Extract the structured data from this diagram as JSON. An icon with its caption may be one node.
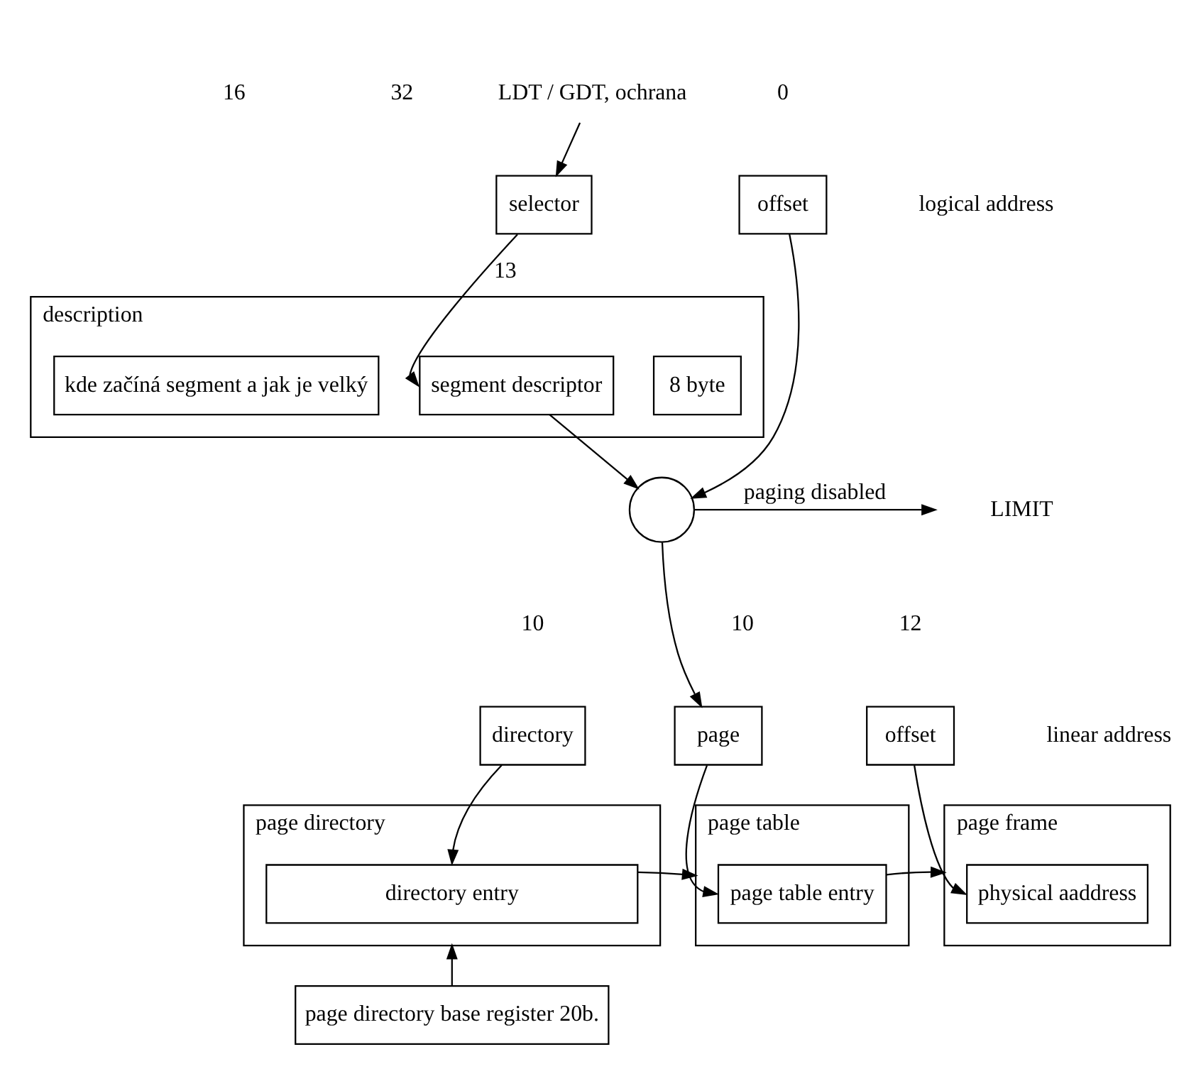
{
  "diagram": {
    "nodes": [
      {
        "text": [
          "selector"
        ]
      },
      {
        "text": [
          "offset"
        ]
      },
      {
        "text": [
          "description"
        ]
      },
      {
        "text": [
          "8 byte"
        ],
        "in": 2
      },
      {
        "text": [
          "segment descriptor"
        ],
        "in": 2
      },
      {
        "text": [
          "kde začíná segment a jak je velký"
        ],
        "in": 2
      },
      {
        "text": [],
        "shape": "circle"
      },
      {
        "text": [
          "LDT / GDT, ochrana"
        ]
      },
      {
        "text": [
          "directory"
        ]
      },
      {
        "text": [
          "page"
        ]
      },
      {
        "text": [
          "offset"
        ]
      },
      {
        "text": [
          "page directory"
        ]
      },
      {
        "text": [
          "directory entry"
        ],
        "in": 11
      },
      {
        "text": [
          "page table"
        ]
      },
      {
        "text": [
          "page table entry"
        ],
        "in": 13
      },
      {
        "text": [
          "page frame"
        ]
      },
      {
        "text": [
          "physical aaddress"
        ],
        "in": 15
      },
      {
        "text": [
          "page directory base register 20b."
        ]
      }
    ],
    "edges": [
      {
        "from": 0,
        "to": 4,
        "arrow": "to",
        "label": "13"
      },
      {
        "from": 4,
        "to": 6,
        "arrow": "to"
      },
      {
        "from": 1,
        "to": 6,
        "arrow": "to"
      },
      {
        "from": 7,
        "to": 0,
        "arrow": "to"
      },
      {
        "from": 6,
        "to": null,
        "arrow": "to",
        "label": "paging disabled"
      },
      {
        "from": 6,
        "to": 9,
        "arrow": "to"
      },
      {
        "from": 8,
        "to": 12,
        "arrow": "to"
      },
      {
        "from": 12,
        "to": 13,
        "arrow": "to"
      },
      {
        "from": 9,
        "to": 14,
        "arrow": "to"
      },
      {
        "from": 14,
        "to": 15,
        "arrow": "to"
      },
      {
        "from": 10,
        "to": 16,
        "arrow": "to"
      },
      {
        "from": 17,
        "to": 11,
        "arrow": "to"
      }
    ],
    "labels": [
      "16",
      "32",
      "0",
      "logical address",
      "LIMIT",
      "10",
      "10",
      "12",
      "linear address"
    ]
  }
}
